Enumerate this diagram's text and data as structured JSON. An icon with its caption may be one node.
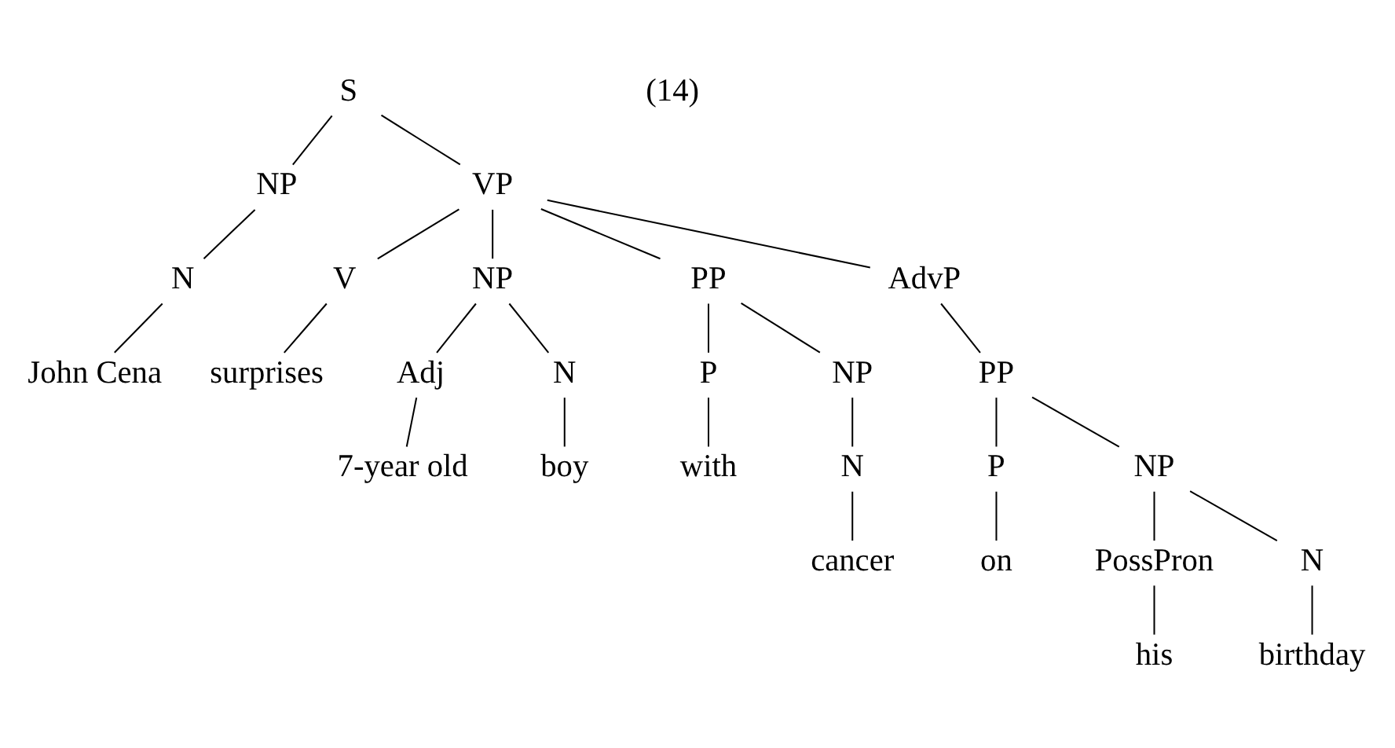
{
  "diagram": {
    "nodes": [
      {
        "text": [
          "S"
        ]
      },
      {
        "text": [
          "NP"
        ]
      },
      {
        "text": [
          "VP"
        ]
      },
      {
        "text": [
          "N"
        ]
      },
      {
        "text": [
          "V"
        ]
      },
      {
        "text": [
          "NP"
        ]
      },
      {
        "text": [
          "PP"
        ]
      },
      {
        "text": [
          "AdvP"
        ]
      },
      {
        "text": [
          "John Cena"
        ]
      },
      {
        "text": [
          "surprises"
        ]
      },
      {
        "text": [
          "Adj"
        ]
      },
      {
        "text": [
          "N"
        ]
      },
      {
        "text": [
          "P"
        ]
      },
      {
        "text": [
          "NP"
        ]
      },
      {
        "text": [
          "PP"
        ]
      },
      {
        "text": [
          "7-year old"
        ]
      },
      {
        "text": [
          "boy"
        ]
      },
      {
        "text": [
          "with"
        ]
      },
      {
        "text": [
          "N"
        ]
      },
      {
        "text": [
          "P"
        ]
      },
      {
        "text": [
          "NP"
        ]
      },
      {
        "text": [
          "cancer"
        ]
      },
      {
        "text": [
          "on"
        ]
      },
      {
        "text": [
          "PossPron"
        ]
      },
      {
        "text": [
          "N"
        ]
      },
      {
        "text": [
          "his"
        ]
      },
      {
        "text": [
          "birthday"
        ]
      }
    ],
    "edges": [
      {
        "from": 0,
        "to": 1,
        "arrow": "none"
      },
      {
        "from": 0,
        "to": 2,
        "arrow": "none"
      },
      {
        "from": 1,
        "to": 3,
        "arrow": "none"
      },
      {
        "from": 3,
        "to": 8,
        "arrow": "none"
      },
      {
        "from": 2,
        "to": 4,
        "arrow": "none"
      },
      {
        "from": 2,
        "to": 5,
        "arrow": "none"
      },
      {
        "from": 2,
        "to": 6,
        "arrow": "none"
      },
      {
        "from": 2,
        "to": 7,
        "arrow": "none"
      },
      {
        "from": 4,
        "to": 9,
        "arrow": "none"
      },
      {
        "from": 5,
        "to": 10,
        "arrow": "none"
      },
      {
        "from": 5,
        "to": 11,
        "arrow": "none"
      },
      {
        "from": 10,
        "to": 15,
        "arrow": "none"
      },
      {
        "from": 11,
        "to": 16,
        "arrow": "none"
      },
      {
        "from": 6,
        "to": 12,
        "arrow": "none"
      },
      {
        "from": 6,
        "to": 13,
        "arrow": "none"
      },
      {
        "from": 12,
        "to": 17,
        "arrow": "none"
      },
      {
        "from": 13,
        "to": 18,
        "arrow": "none"
      },
      {
        "from": 18,
        "to": 21,
        "arrow": "none"
      },
      {
        "from": 7,
        "to": 14,
        "arrow": "none"
      },
      {
        "from": 14,
        "to": 19,
        "arrow": "none"
      },
      {
        "from": 14,
        "to": 20,
        "arrow": "none"
      },
      {
        "from": 19,
        "to": 22,
        "arrow": "none"
      },
      {
        "from": 20,
        "to": 23,
        "arrow": "none"
      },
      {
        "from": 20,
        "to": 24,
        "arrow": "none"
      },
      {
        "from": 23,
        "to": 25,
        "arrow": "none"
      },
      {
        "from": 24,
        "to": 26,
        "arrow": "none"
      }
    ],
    "labels": [
      "(14)"
    ]
  }
}
